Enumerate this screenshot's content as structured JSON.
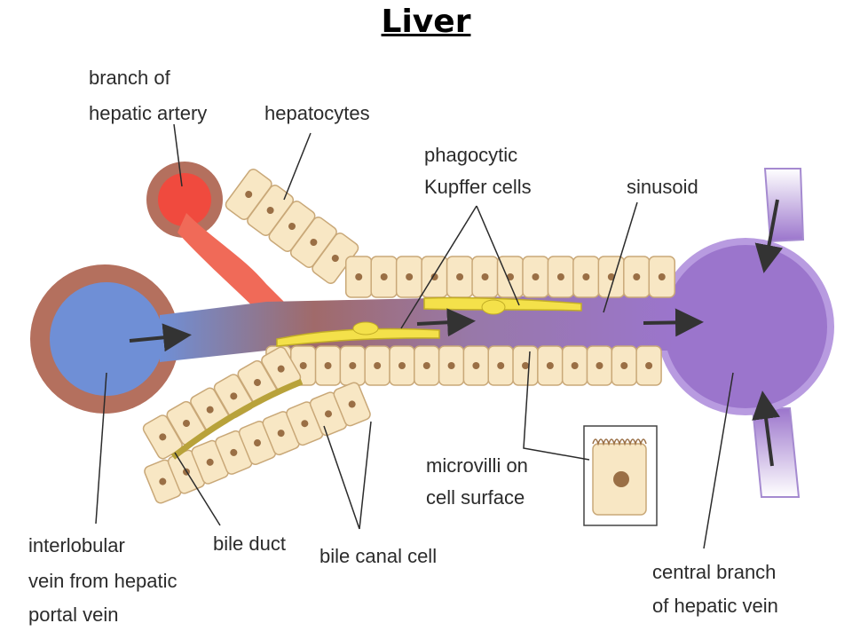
{
  "title": "Liver",
  "labels": {
    "branch_hepatic_artery_1": "branch of",
    "branch_hepatic_artery_2": "hepatic artery",
    "hepatocytes": "hepatocytes",
    "kupffer_1": "phagocytic",
    "kupffer_2": "Kupffer cells",
    "sinusoid": "sinusoid",
    "interlobular_1": "interlobular",
    "interlobular_2": "vein from hepatic",
    "interlobular_3": "portal vein",
    "bile_duct": "bile duct",
    "bile_canal_cell": "bile canal cell",
    "microvilli_1": "microvilli on",
    "microvilli_2": "cell surface",
    "central_1": "central branch",
    "central_2": "of hepatic vein"
  },
  "colors": {
    "portal_vein": "#6f8fd6",
    "vessel_wall": "#b4705e",
    "artery": "#f04a3e",
    "hepatocyte": "#f8e7c4",
    "hepatocyte_stroke": "#c9a878",
    "nucleus": "#9a6f45",
    "kupffer": "#f4e14a",
    "central_vein": "#9b75cc",
    "bile": "#b8a23a",
    "sinusoid_mix": "#9a6a8c"
  }
}
